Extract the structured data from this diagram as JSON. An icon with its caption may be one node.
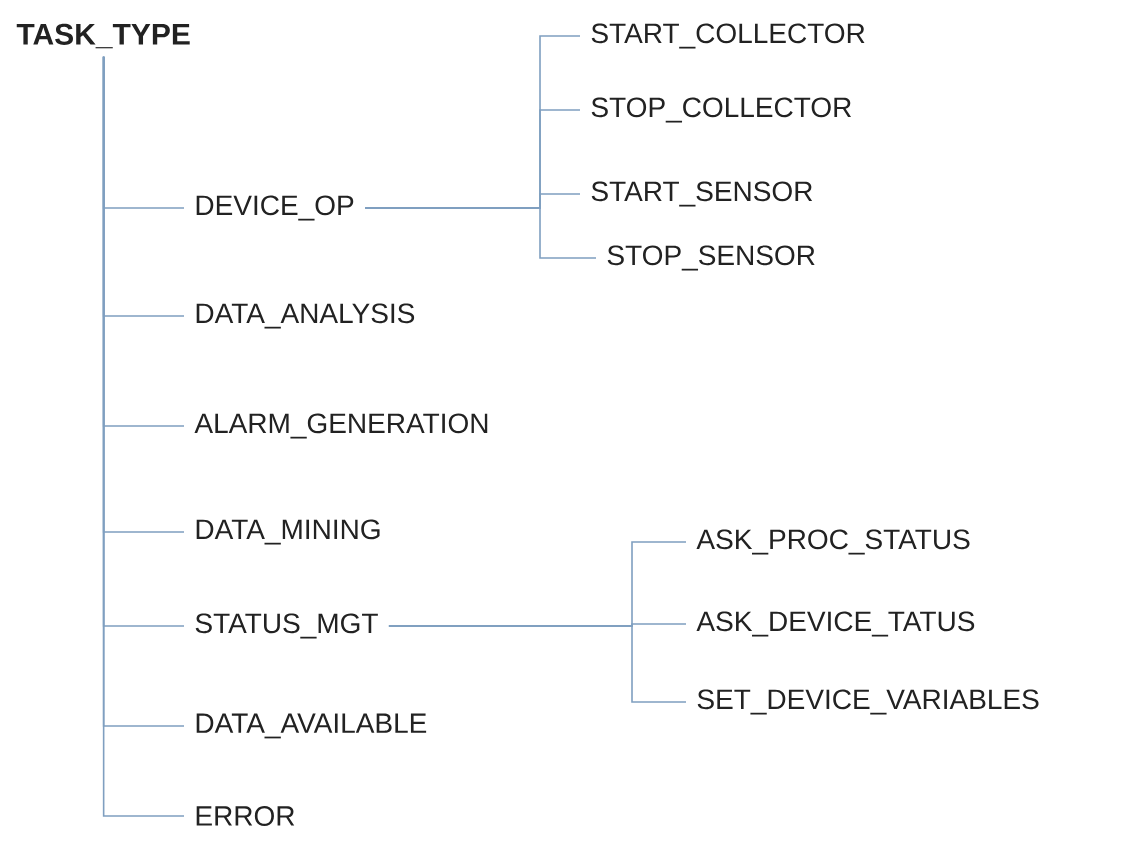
{
  "diagram": {
    "nodes": [
      {
        "text": [
          "TASK_TYPE"
        ]
      },
      {
        "text": [
          "DEVICE_OP"
        ]
      },
      {
        "text": [
          "START_COLLECTOR"
        ]
      },
      {
        "text": [
          "STOP_COLLECTOR"
        ]
      },
      {
        "text": [
          "START_SENSOR"
        ]
      },
      {
        "text": [
          "STOP_SENSOR"
        ]
      },
      {
        "text": [
          "DATA_ANALYSIS"
        ]
      },
      {
        "text": [
          "ALARM_GENERATION"
        ]
      },
      {
        "text": [
          "DATA_MINING"
        ]
      },
      {
        "text": [
          "STATUS_MGT"
        ]
      },
      {
        "text": [
          "ASK_PROC_STATUS"
        ]
      },
      {
        "text": [
          "ASK_DEVICE_TATUS"
        ]
      },
      {
        "text": [
          "SET_DEVICE_VARIABLES"
        ]
      },
      {
        "text": [
          "DATA_AVAILABLE"
        ]
      },
      {
        "text": [
          "ERROR"
        ]
      }
    ],
    "edges": [
      {
        "from": 0,
        "to": 1,
        "arrow": "none"
      },
      {
        "from": 1,
        "to": 2,
        "arrow": "none"
      },
      {
        "from": 1,
        "to": 3,
        "arrow": "none"
      },
      {
        "from": 1,
        "to": 4,
        "arrow": "none"
      },
      {
        "from": 1,
        "to": 5,
        "arrow": "none"
      },
      {
        "from": 0,
        "to": 6,
        "arrow": "none"
      },
      {
        "from": 0,
        "to": 7,
        "arrow": "none"
      },
      {
        "from": 0,
        "to": 8,
        "arrow": "none"
      },
      {
        "from": 0,
        "to": 9,
        "arrow": "none"
      },
      {
        "from": 9,
        "to": 10,
        "arrow": "none"
      },
      {
        "from": 9,
        "to": 11,
        "arrow": "none"
      },
      {
        "from": 9,
        "to": 12,
        "arrow": "none"
      },
      {
        "from": 0,
        "to": 13,
        "arrow": "none"
      },
      {
        "from": 0,
        "to": 14,
        "arrow": "none"
      }
    ]
  }
}
